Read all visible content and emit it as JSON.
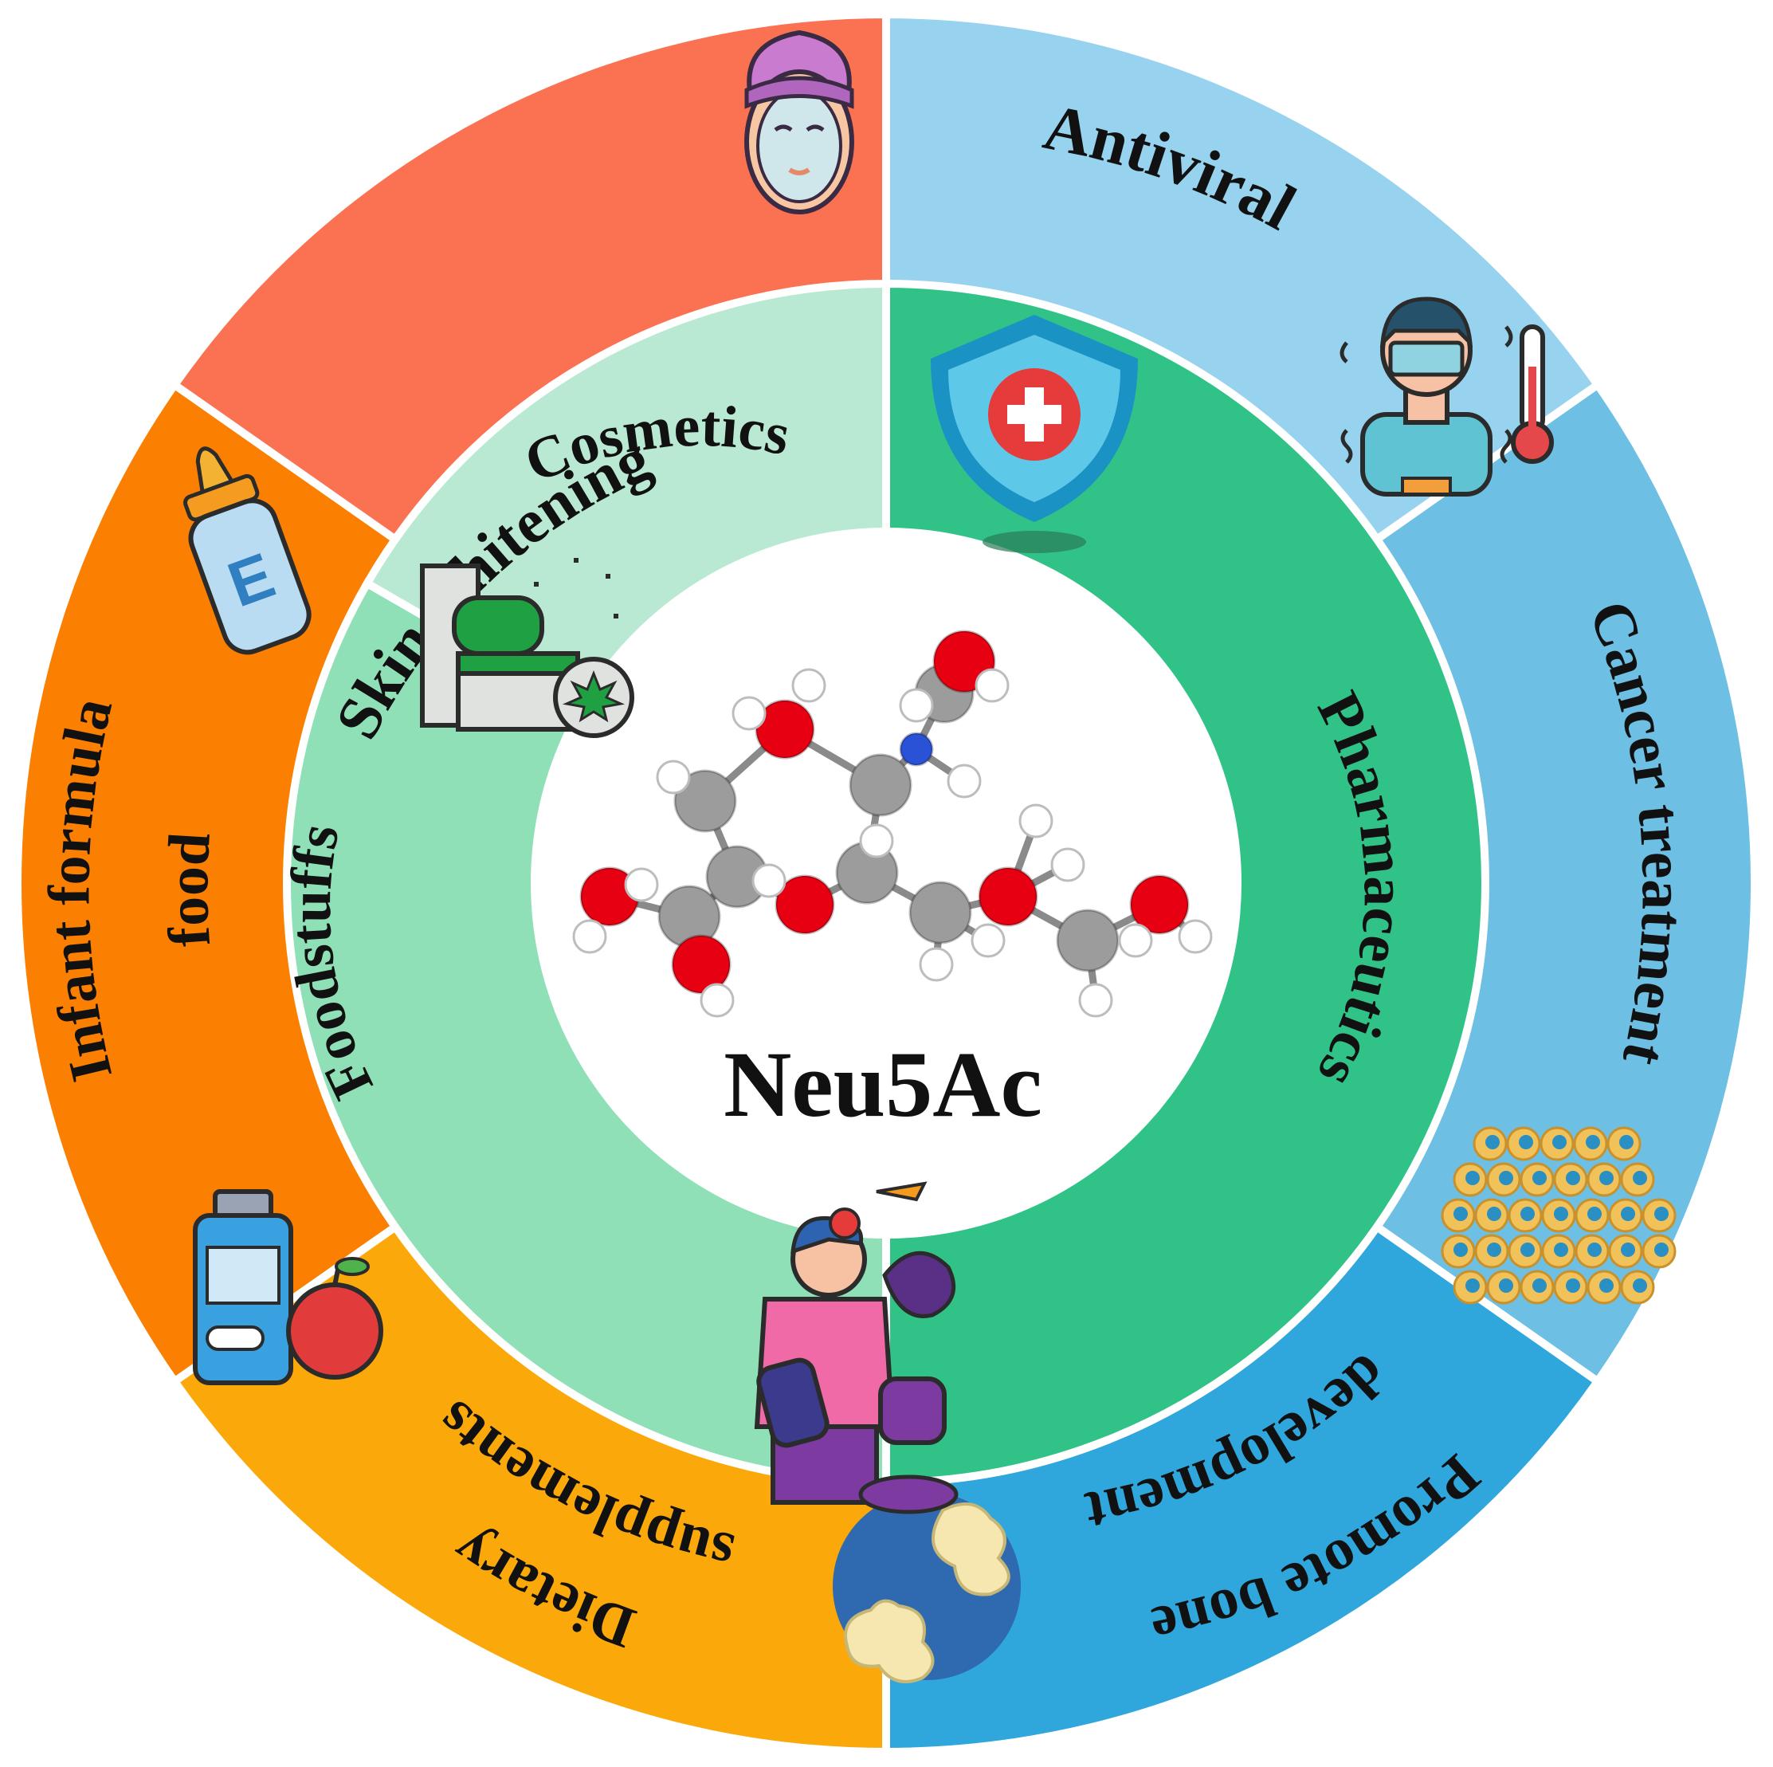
{
  "center": {
    "title": "Neu5Ac",
    "molecule_icon": "neu5ac-ball-and-stick-molecule"
  },
  "inner_ring": {
    "segments": [
      {
        "id": "cosmetics",
        "label": "Cosmetics",
        "color": "#b9e9d2",
        "icon": "cosmetic-cream-jar-icon"
      },
      {
        "id": "pharmaceutics",
        "label": "Pharmaceutics",
        "color": "#31c288",
        "icon": "medical-shield-icon"
      },
      {
        "id": "foodstuffs",
        "label": "Foodstuffs",
        "color": "#8fe0b7",
        "icon": "person-eating-food-icon"
      }
    ]
  },
  "outer_ring": {
    "segments": [
      {
        "id": "antiviral",
        "lines": [
          "Antiviral"
        ],
        "color": "#97d2ee",
        "icon": "sick-person-thermometer-icon"
      },
      {
        "id": "cancer",
        "lines": [
          "Cancer treatment"
        ],
        "color": "#6ebfe4",
        "icon": "cell-cluster-icon"
      },
      {
        "id": "bone",
        "lines": [
          "Promote bone",
          "development"
        ],
        "color": "#2fa7dc",
        "icon": "bone-joint-icon"
      },
      {
        "id": "supplements",
        "lines": [
          "Dietary",
          "supplements"
        ],
        "color": "#fba80a",
        "icon": "supplement-bottle-apple-icon"
      },
      {
        "id": "infant",
        "lines": [
          "Infant formula",
          "food"
        ],
        "color": "#fb7f00",
        "icon": "baby-bottle-icon"
      },
      {
        "id": "skin",
        "lines": [
          "Skin whitening"
        ],
        "color": "#fb7253",
        "icon": "face-mask-icon"
      }
    ]
  }
}
